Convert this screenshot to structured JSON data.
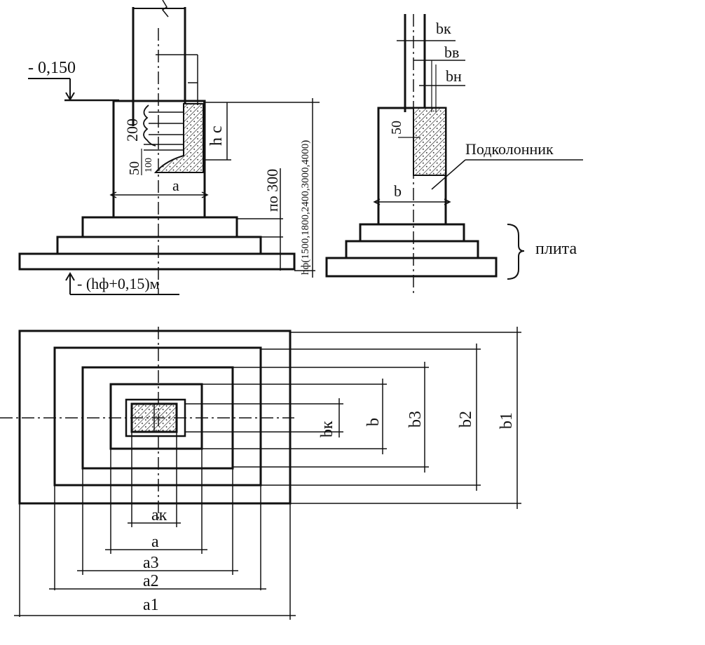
{
  "labels": {
    "mark_top": "- 0,150",
    "mark_bottom": "- (hф+0,15)м",
    "dim_200": "200",
    "dim_50": "50",
    "dim_100": "100",
    "dim_hc": "h c",
    "dim_a_front": "a",
    "dim_po300": "по 300",
    "dim_hf": "hф(1500,1800,2400,3000,4000)",
    "dim_bk_side": "bк",
    "dim_bv": "bв",
    "dim_bn": "bн",
    "dim_50_side": "50",
    "label_podkolonnik": "Подколонник",
    "dim_b_side": "b",
    "label_plita": "плита",
    "plan_bk": "bк",
    "plan_b": "b",
    "plan_b3": "b3",
    "plan_b2": "b2",
    "plan_b1": "b1",
    "plan_ak": "aк",
    "plan_a": "a",
    "plan_a3": "a3",
    "plan_a2": "a2",
    "plan_a1": "a1"
  }
}
